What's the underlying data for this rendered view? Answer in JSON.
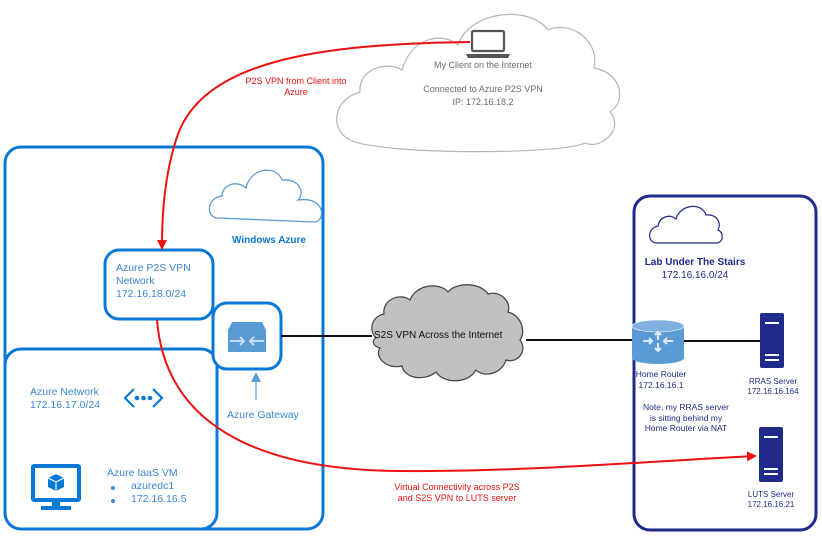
{
  "client_cloud": {
    "title": "My Client on the Internet",
    "status": "Connected to Azure P2S VPN",
    "ip": "IP: 172.16.18.2",
    "icon": "laptop-icon"
  },
  "p2s_link": {
    "label_line1": "P2S VPN from Client into",
    "label_line2": "Azure",
    "color": "#ee1111"
  },
  "azure": {
    "title": "Windows Azure",
    "accent": "#0a78d7",
    "p2s_network": {
      "line1": "Azure P2S VPN",
      "line2": "Network",
      "line3": "172.16.18.0/24"
    },
    "network": {
      "name": "Azure Network",
      "cidr": "172.16.17.0/24",
      "icon": "virtual-network-icon"
    },
    "vm": {
      "title": "Azure IaaS VM",
      "items": [
        "azuredc1",
        "172.16.16.5"
      ],
      "icon": "virtual-machine-icon"
    },
    "gateway": {
      "label": "Azure Gateway",
      "icon": "vpn-gateway-icon"
    }
  },
  "s2s_link": {
    "label": "S2S VPN Across the Internet"
  },
  "lab": {
    "title": "Lab Under The Stairs",
    "cidr": "172.16.16.0/24",
    "accent": "#1f2a8a",
    "router": {
      "name": "Home Router",
      "ip": "172.16.16.1",
      "icon": "router-icon"
    },
    "note": [
      "Note, my RRAS server",
      "is sitting behind my",
      "Home Router via NAT"
    ],
    "rras": {
      "name": "RRAS Server",
      "ip": "172.16.16.164",
      "icon": "server-icon"
    },
    "luts": {
      "name": "LUTS Server",
      "ip": "172.16.16.21",
      "icon": "server-icon"
    }
  },
  "virtual_link": {
    "label_line1": "Virtual Connectivity across P2S",
    "label_line2": "and S2S VPN to LUTS server"
  }
}
